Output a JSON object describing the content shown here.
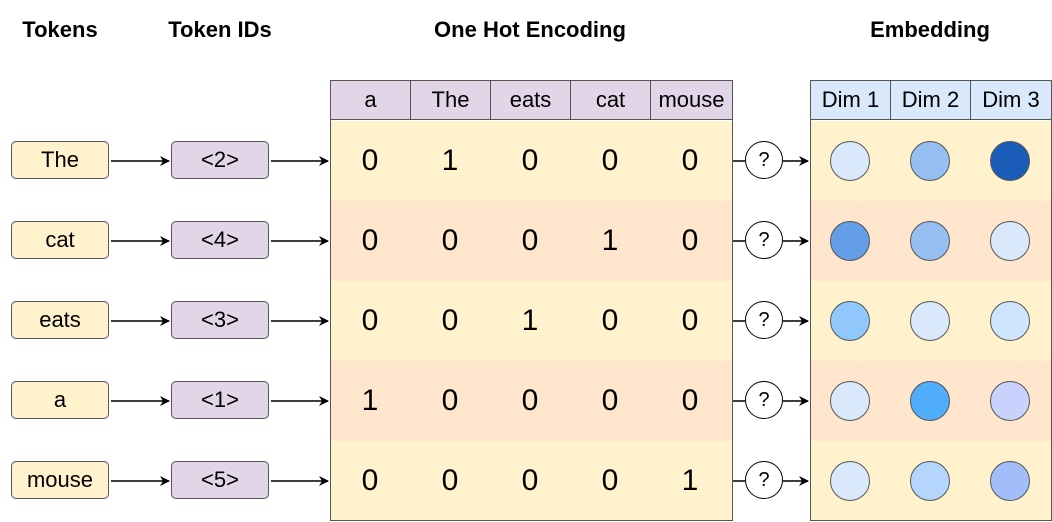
{
  "headers": {
    "tokens": "Tokens",
    "token_ids": "Token IDs",
    "one_hot": "One Hot Encoding",
    "embedding": "Embedding"
  },
  "vocab_columns": [
    "a",
    "The",
    "eats",
    "cat",
    "mouse"
  ],
  "embedding_columns": [
    "Dim 1",
    "Dim 2",
    "Dim 3"
  ],
  "rows": [
    {
      "token": "The",
      "id": "<2>",
      "one_hot": [
        "0",
        "1",
        "0",
        "0",
        "0"
      ],
      "q": "?",
      "emb_colors": [
        "#dae8fc",
        "#97bef0",
        "#1a5cb8"
      ]
    },
    {
      "token": "cat",
      "id": "<4>",
      "one_hot": [
        "0",
        "0",
        "0",
        "1",
        "0"
      ],
      "q": "?",
      "emb_colors": [
        "#659ee8",
        "#97bef0",
        "#dae8fc"
      ]
    },
    {
      "token": "eats",
      "id": "<3>",
      "one_hot": [
        "0",
        "0",
        "1",
        "0",
        "0"
      ],
      "q": "?",
      "emb_colors": [
        "#90c8fc",
        "#dae8fc",
        "#cfe4fd"
      ]
    },
    {
      "token": "a",
      "id": "<1>",
      "one_hot": [
        "1",
        "0",
        "0",
        "0",
        "0"
      ],
      "q": "?",
      "emb_colors": [
        "#dae8fc",
        "#50adfc",
        "#c8d2fc"
      ]
    },
    {
      "token": "mouse",
      "id": "<5>",
      "one_hot": [
        "0",
        "0",
        "0",
        "0",
        "1"
      ],
      "q": "?",
      "emb_colors": [
        "#dae8fc",
        "#b4d5fc",
        "#a2bef8"
      ]
    }
  ],
  "colors": {
    "token_fill": "#fff2cc",
    "token_id_fill": "#e1d5e7",
    "band_light": "#fff2cc",
    "band_dark": "#ffe6cc",
    "emb_header_fill": "#dae8fc"
  }
}
